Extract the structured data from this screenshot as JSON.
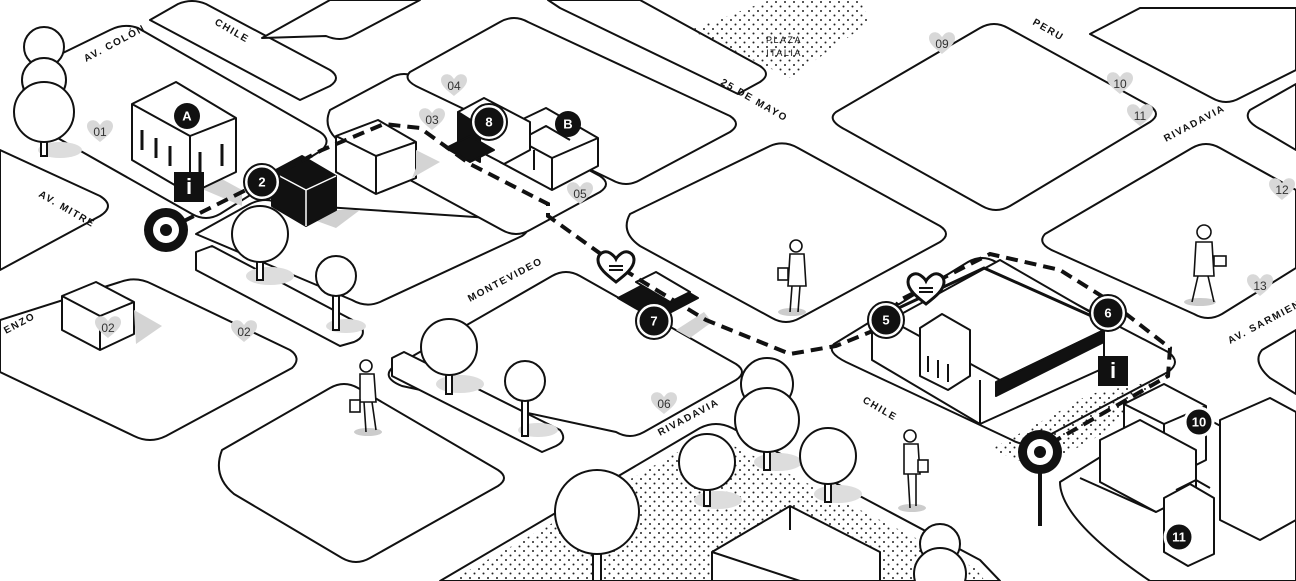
{
  "streets": {
    "av_colon": "AV. COLÓN",
    "chile_top": "CHILE",
    "av_mitre": "AV. MITRE",
    "lorenzo": "ENZO",
    "montevideo": "MONTEVIDEO",
    "veinticinco_de_mayo": "25 DE MAYO",
    "peru": "PERU",
    "rivadavia_top": "RIVADAVIA",
    "rivadavia_bottom": "RIVADAVIA",
    "chile_bottom": "CHILE",
    "av_sarmiento": "AV. SARMIENT"
  },
  "plaza": {
    "line1": "PLAZA",
    "line2": "ITALIA"
  },
  "heart_pins": [
    "01",
    "02",
    "02",
    "03",
    "04",
    "05",
    "06",
    "09",
    "10",
    "11",
    "12",
    "13"
  ],
  "route_stops": [
    "2",
    "5",
    "6",
    "7",
    "8",
    "10",
    "11"
  ],
  "building_labels": [
    "A",
    "B"
  ],
  "info_icon_label": "i",
  "colors": {
    "ink": "#111111",
    "road": "#ffffff",
    "shadow": "#cfcfcf",
    "tree": "#eeeeee"
  }
}
